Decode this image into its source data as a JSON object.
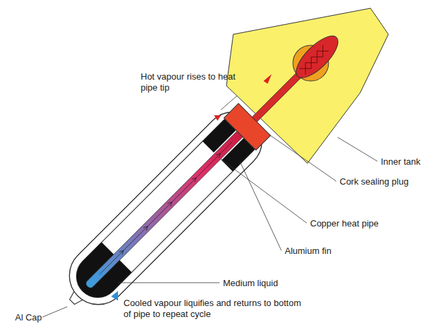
{
  "diagram": {
    "labels": [
      "Hot vapour rises to heat pipe tip",
      "Inner tank",
      "Cork sealing plug",
      "Copper heat pipe",
      "Alumium fin",
      "Medium liquid",
      "Cooled vapour liquifies and returns to bottom of pipe to repeat cycle",
      "Al Cap"
    ]
  }
}
